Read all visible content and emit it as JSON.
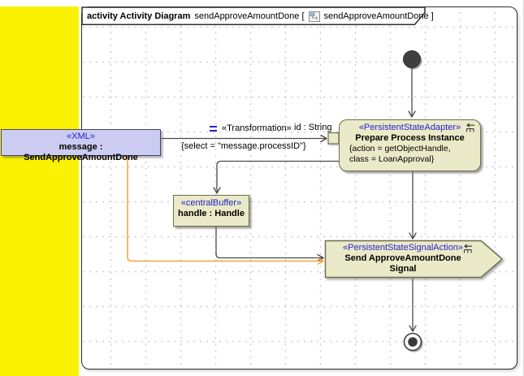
{
  "title": {
    "frame_kind": "activity Activity Diagram",
    "diagram_name": "sendApproveAmountDone [",
    "diagram_ref": "sendApproveAmountDone ]"
  },
  "nodes": {
    "xml_object": {
      "stereotype": "«XML»",
      "name": "message : SendApproveAmountDone"
    },
    "prepare_action": {
      "stereotype": "«PersistentStateAdapter»",
      "name": "Prepare Process Instance",
      "props": [
        "{action = getObjectHandle,",
        "class = LoanApproval}"
      ]
    },
    "central_buffer": {
      "stereotype": "«centralBuffer»",
      "name": "handle : Handle"
    },
    "send_signal_action": {
      "stereotype": "«PersistentStateSignalAction»",
      "name_line1": "Send ApproveAmountDone",
      "name_line2": "Signal"
    }
  },
  "edges": {
    "transformation": {
      "stereotype": "«Transformation»",
      "pin_label": "id : String",
      "constraint": "{select = \"message.processID\"}"
    }
  },
  "colors": {
    "node_fill": "#EAEAC8",
    "node_border": "#6E6E50",
    "object_fill": "#CCCCF2",
    "stereotype_text": "#2323CC",
    "edge": "#4A4A4A",
    "object_flow_orange": "#F2A33A",
    "off_canvas_yellow": "#FBF103"
  }
}
